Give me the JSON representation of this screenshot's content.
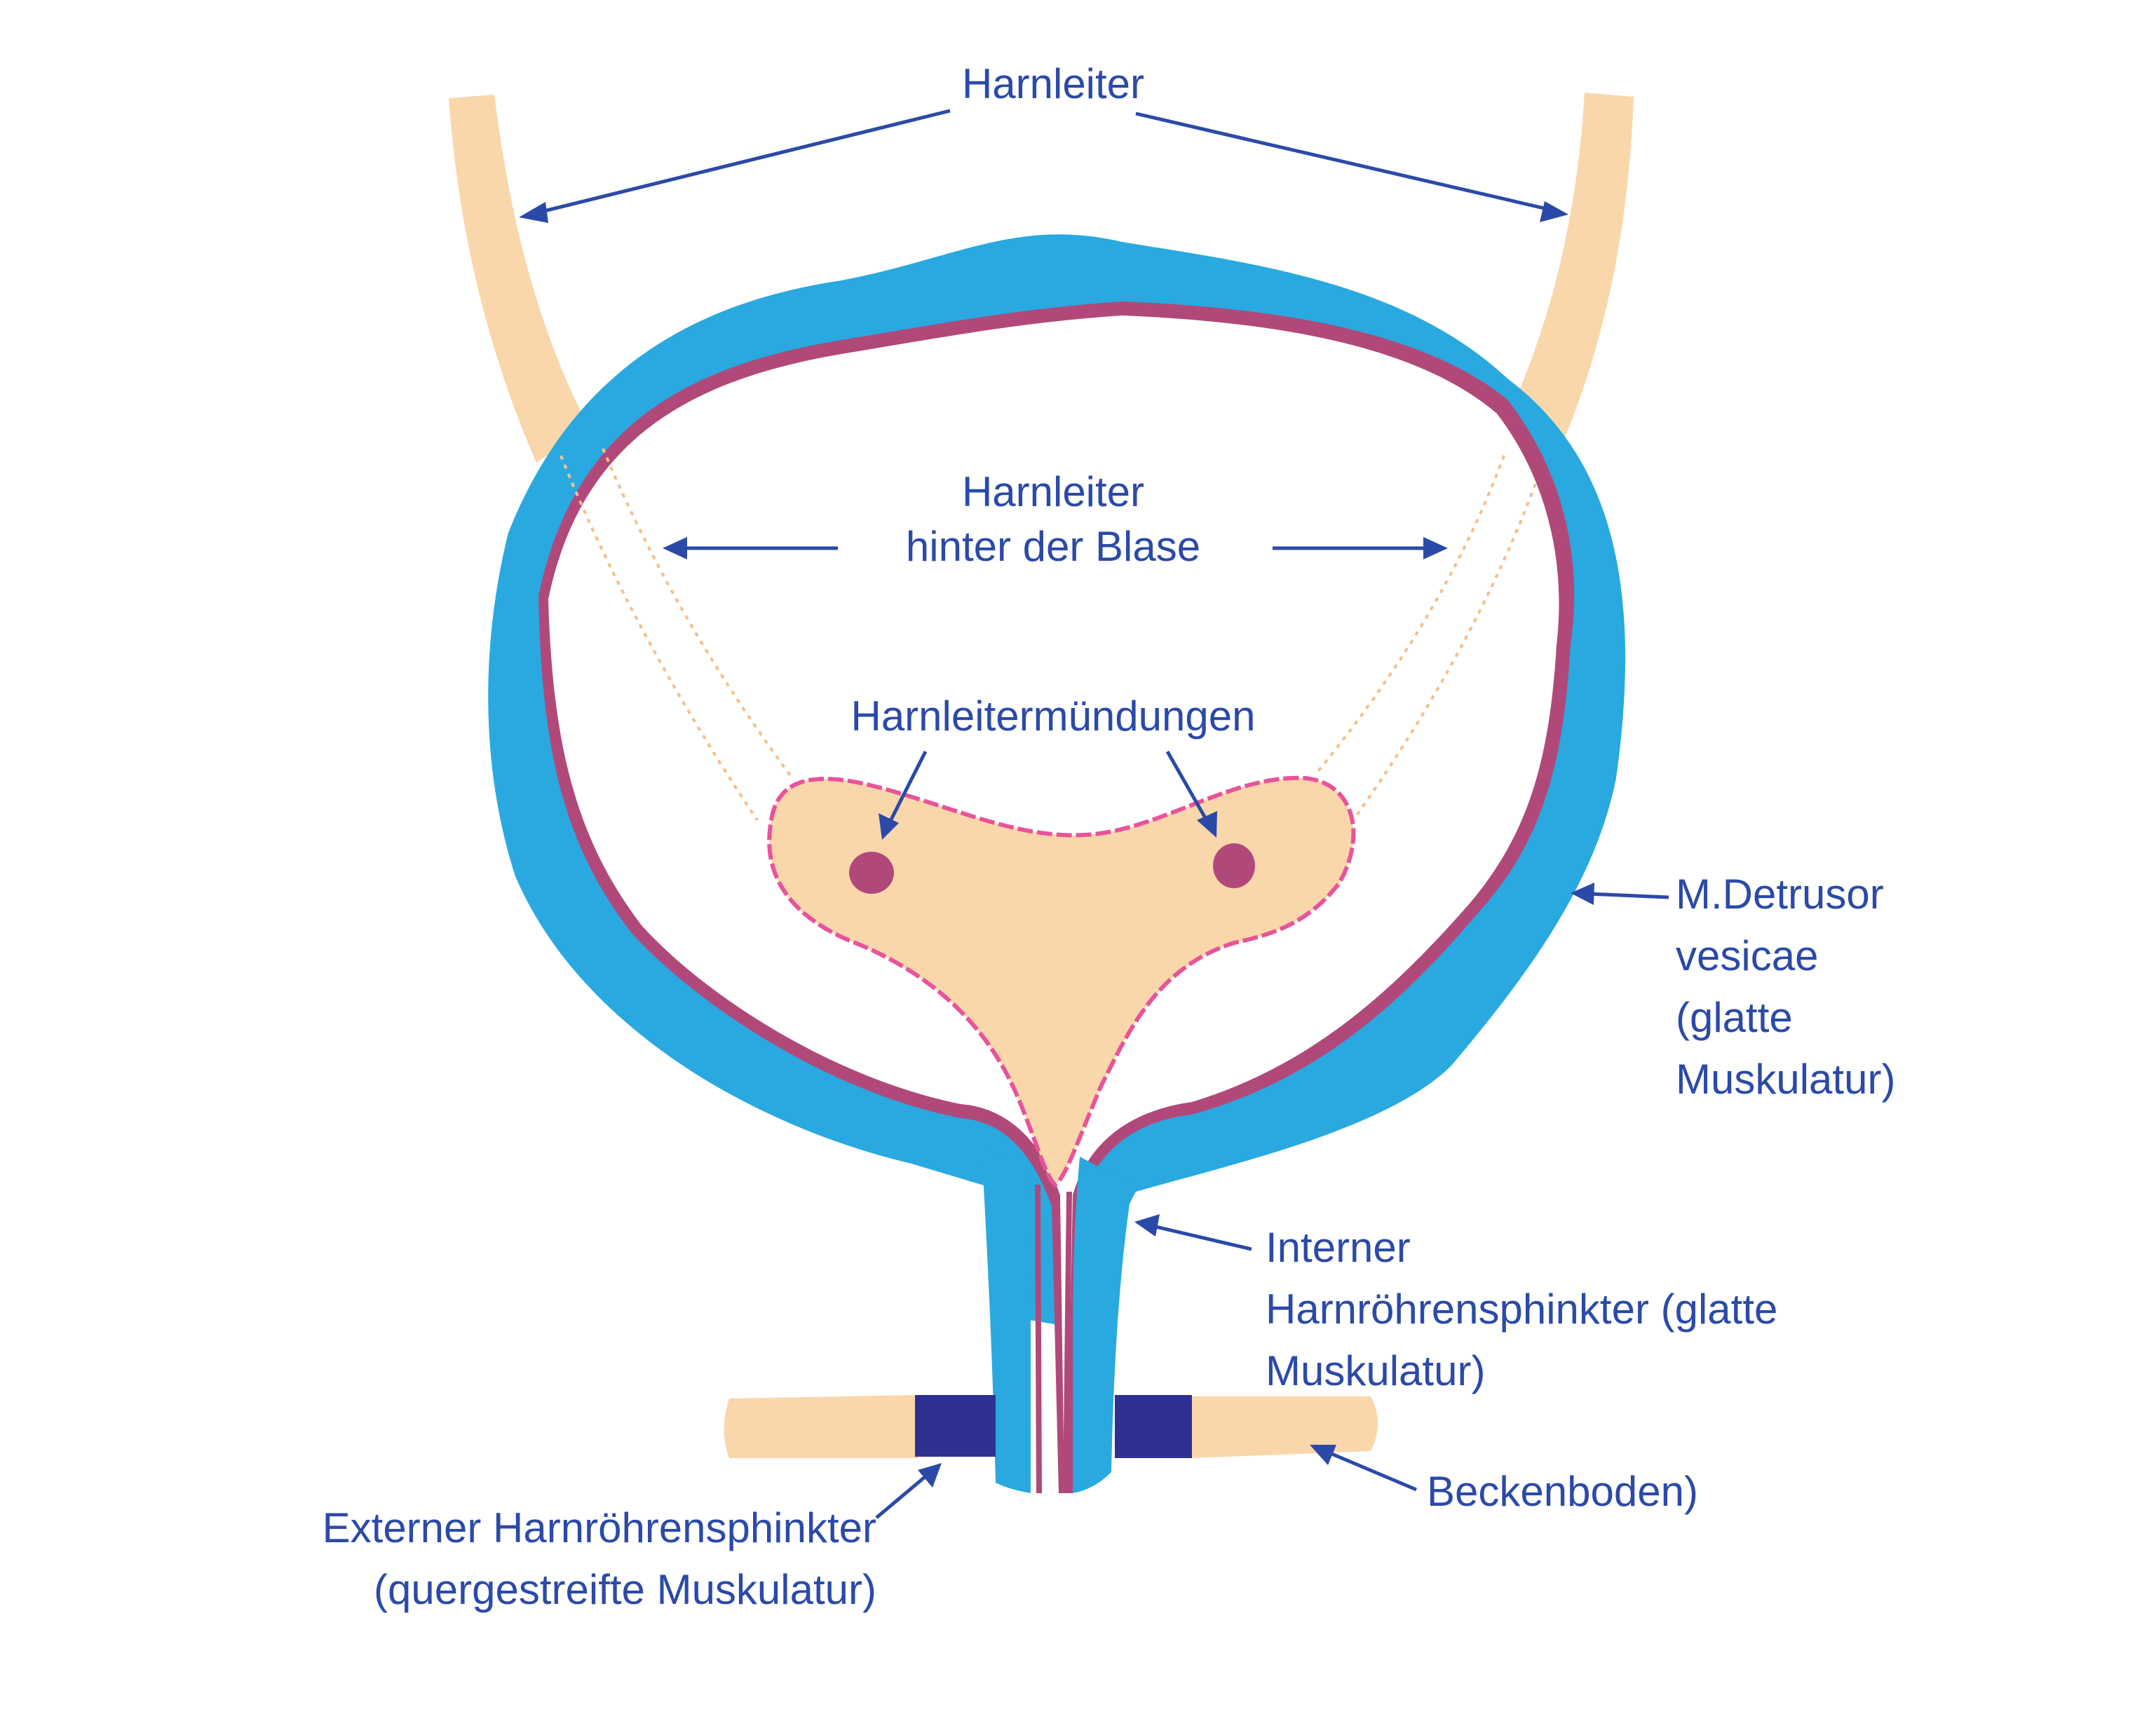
{
  "colors": {
    "label_text": "#2b4aa8",
    "bladder_wall": "#29a9e0",
    "mucosa": "#b0497a",
    "trigone": "#fad6ab",
    "ureter": "#fad6ab",
    "trigone_border": "#e8539a",
    "external_sphincter": "#2e3192",
    "pelvic_floor": "#fad6ab",
    "background": "#ffffff"
  },
  "labels": {
    "harnleiter": "Harnleiter",
    "harnleiter_hinter_1": "Harnleiter",
    "harnleiter_hinter_2": "hinter der Blase",
    "muendungen": "Harnleitermündungen",
    "detrusor_1": "M.Detrusor",
    "detrusor_2": "vesicae",
    "detrusor_3": "(glatte",
    "detrusor_4": "Muskulatur)",
    "intern_1": "Interner",
    "intern_2": "Harnröhrensphinkter (glatte",
    "intern_3": "Muskulatur)",
    "beckenboden": "Beckenboden)",
    "extern_1": "Externer Harnröhrensphinkter",
    "extern_2": "(quergestreifte Muskulatur)"
  }
}
